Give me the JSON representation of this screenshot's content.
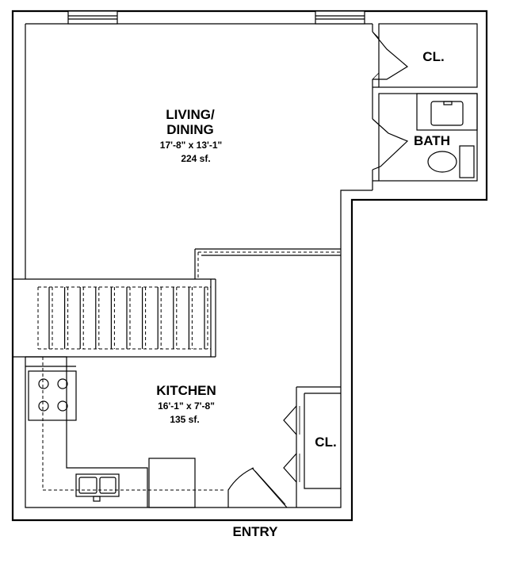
{
  "rooms": {
    "living_dining": {
      "name_line1": "LIVING/",
      "name_line2": "DINING",
      "dimensions": "17'-8\" x 13'-1\"",
      "area": "224 sf."
    },
    "kitchen": {
      "name": "KITCHEN",
      "dimensions": "16'-1\" x 7'-8\"",
      "area": "135 sf."
    },
    "closet_upper": {
      "name": "CL."
    },
    "closet_lower": {
      "name": "CL."
    },
    "bath": {
      "name": "BATH"
    }
  },
  "entry": {
    "label": "ENTRY"
  },
  "colors": {
    "line": "#000000",
    "background": "#ffffff"
  }
}
